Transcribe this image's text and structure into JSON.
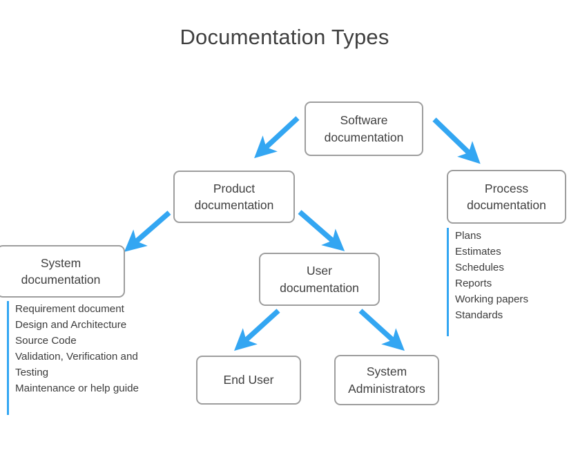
{
  "page": {
    "title": "Documentation Types",
    "background_color": "#ffffff",
    "title_color": "#3f3f3f"
  },
  "theme": {
    "box_border_color": "#9d9d9d",
    "box_fill_color": "#ffffff",
    "arrow_color": "#33a6f2",
    "accent_rule_color": "#33a6f2",
    "text_color": "#3f3f3f"
  },
  "nodes": {
    "software": {
      "label": "Software\ndocumentation",
      "line1": "Software",
      "line2": "documentation"
    },
    "product": {
      "label": "Product\ndocumentation",
      "line1": "Product",
      "line2": "documentation"
    },
    "process": {
      "label": "Process\ndocumentation",
      "line1": "Process",
      "line2": "documentation"
    },
    "system": {
      "label": "System\ndocumentation",
      "line1": "System",
      "line2": "documentation"
    },
    "user": {
      "label": "User\ndocumentation",
      "line1": "User",
      "line2": "documentation"
    },
    "end_user": {
      "label": "End User"
    },
    "system_admins": {
      "label": "System\nAdministrators",
      "line1": "System",
      "line2": "Administrators"
    }
  },
  "lists": {
    "system_documentation": [
      "Requirement document",
      "Design and Architecture",
      "Source Code",
      "Validation, Verification and Testing",
      "Maintenance or help guide"
    ],
    "process_documentation": [
      "Plans",
      "Estimates",
      "Schedules",
      "Reports",
      "Working papers",
      "Standards"
    ]
  },
  "edges": [
    {
      "from": "software",
      "to": "product",
      "direction": "down-left"
    },
    {
      "from": "software",
      "to": "process",
      "direction": "down-right"
    },
    {
      "from": "product",
      "to": "system",
      "direction": "down-left"
    },
    {
      "from": "product",
      "to": "user",
      "direction": "down-right"
    },
    {
      "from": "user",
      "to": "end_user",
      "direction": "down-left"
    },
    {
      "from": "user",
      "to": "system_admins",
      "direction": "down-right"
    }
  ]
}
